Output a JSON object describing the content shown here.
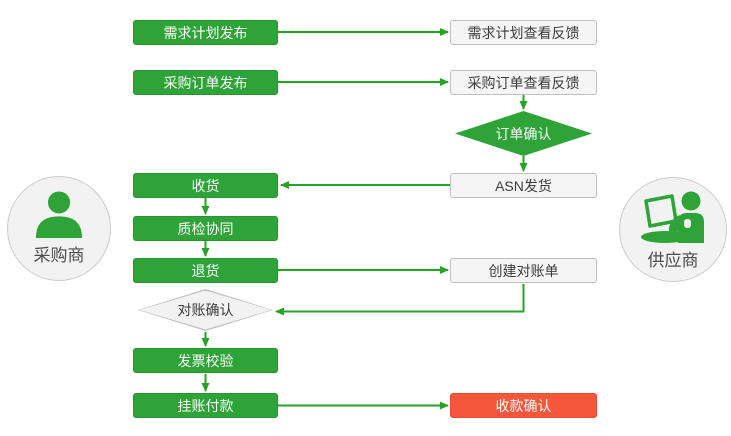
{
  "actors": {
    "buyer": {
      "label": "采购商",
      "icon": "person-icon"
    },
    "supplier": {
      "label": "供应商",
      "icon": "person-laptop-icon"
    }
  },
  "nodes": {
    "demand_publish": {
      "label": "需求计划发布",
      "type": "process"
    },
    "demand_feedback": {
      "label": "需求计划查看反馈",
      "type": "process"
    },
    "po_publish": {
      "label": "采购订单发布",
      "type": "process"
    },
    "po_feedback": {
      "label": "采购订单查看反馈",
      "type": "process"
    },
    "order_confirm": {
      "label": "订单确认",
      "type": "decision"
    },
    "asn_ship": {
      "label": "ASN发货",
      "type": "process"
    },
    "receive": {
      "label": "收货",
      "type": "process"
    },
    "quality": {
      "label": "质检协同",
      "type": "process"
    },
    "return": {
      "label": "退货",
      "type": "process"
    },
    "create_statement": {
      "label": "创建对账单",
      "type": "process"
    },
    "statement_confirm": {
      "label": "对账确认",
      "type": "decision"
    },
    "invoice_verify": {
      "label": "发票校验",
      "type": "process"
    },
    "pending_payment": {
      "label": "挂账付款",
      "type": "process"
    },
    "receipt_confirm": {
      "label": "收款确认",
      "type": "highlight"
    }
  },
  "colors": {
    "process_green": "#2ea338",
    "highlight_red": "#f4573a",
    "connector_green": "#25a425",
    "neutral_bg": "#f5f5f5",
    "neutral_border": "#bfbfbf",
    "text_dark": "#3c3c3c",
    "text_light": "#ffffff"
  }
}
